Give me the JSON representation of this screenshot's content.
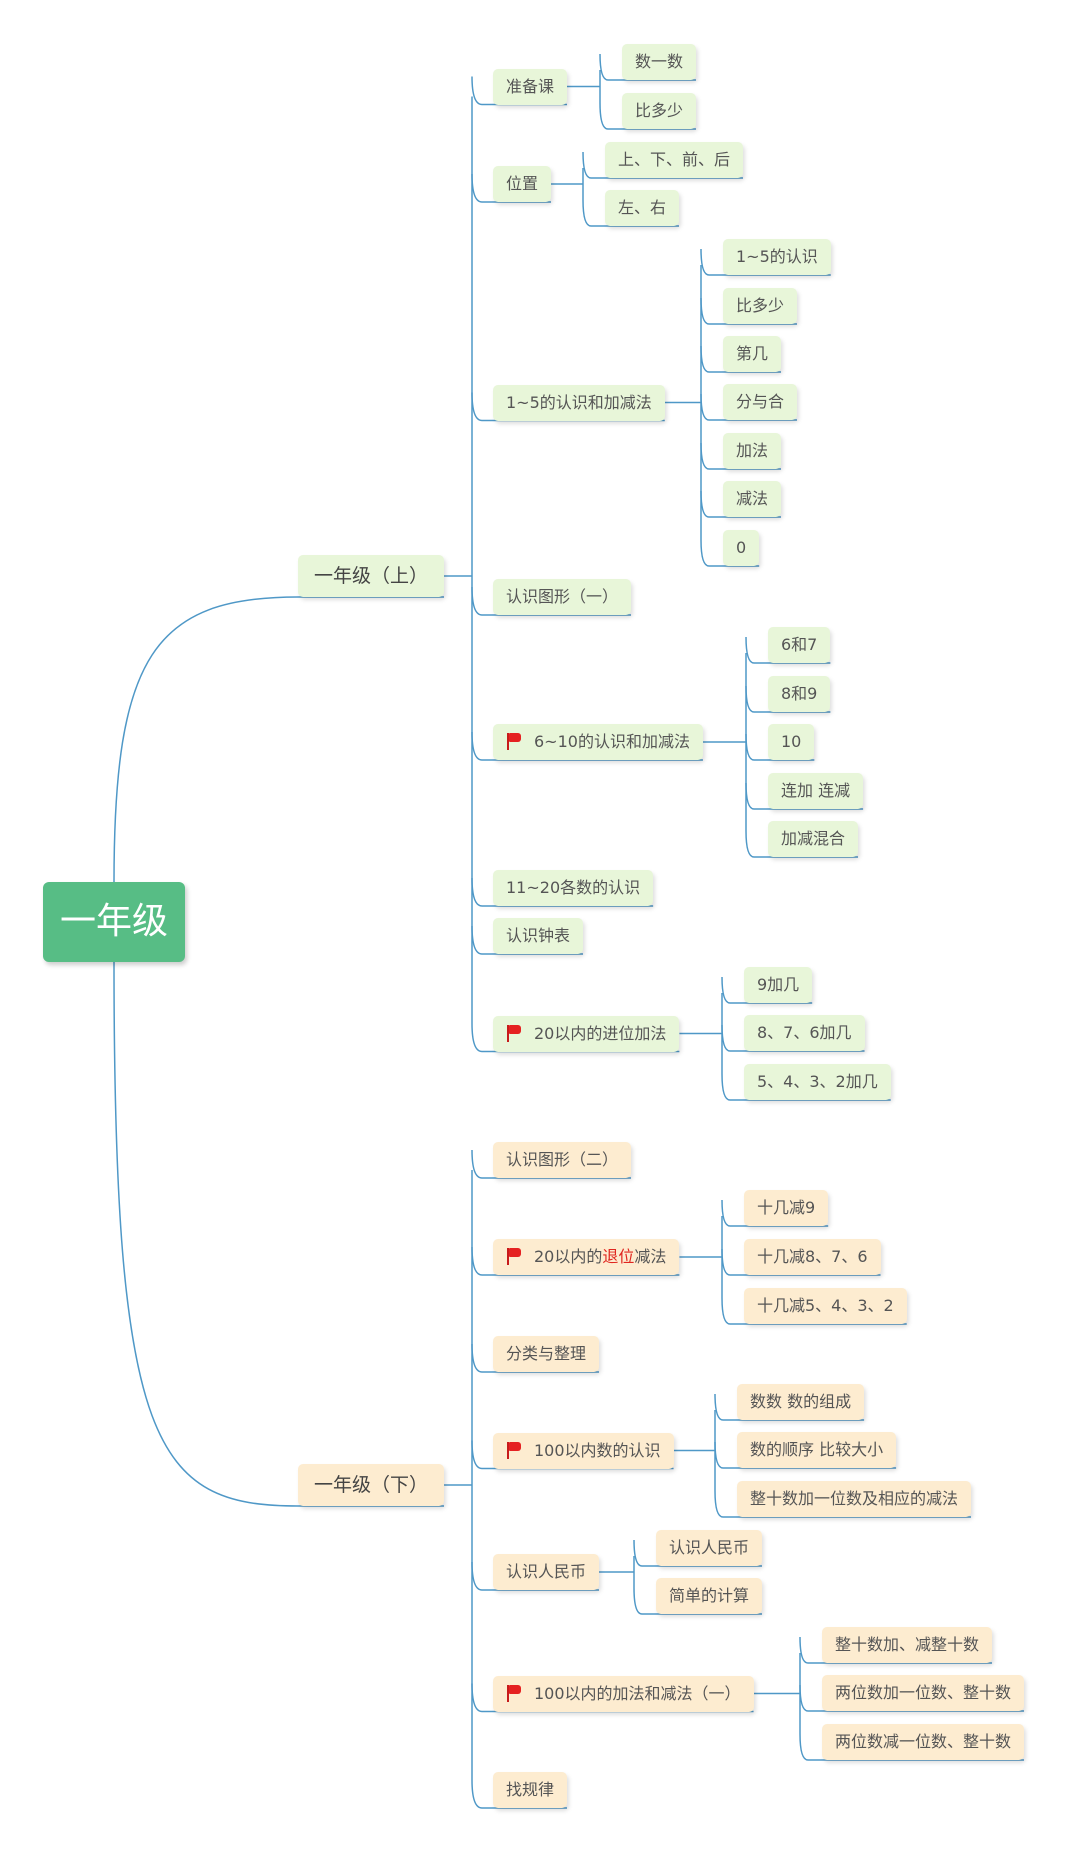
{
  "root": "一年级",
  "branches": [
    {
      "label": "一年级（上）",
      "children": [
        {
          "label": "准备课",
          "children": [
            "数一数",
            "比多少"
          ]
        },
        {
          "label": "位置",
          "children": [
            "上、下、前、后",
            "左、右"
          ]
        },
        {
          "label": "1~5的认识和加减法",
          "children": [
            "1~5的认识",
            "比多少",
            "第几",
            "分与合",
            "加法",
            "减法",
            "0"
          ]
        },
        {
          "label": "认识图形（一）",
          "children": []
        },
        {
          "label": "6~10的认识和加减法",
          "flag": true,
          "children": [
            "6和7",
            "8和9",
            "10",
            "连加 连减",
            "加减混合"
          ]
        },
        {
          "label": "11~20各数的认识",
          "children": []
        },
        {
          "label": "认识钟表",
          "children": []
        },
        {
          "label": "20以内的进位加法",
          "flag": true,
          "children": [
            "9加几",
            "8、7、6加几",
            "5、4、3、2加几"
          ]
        }
      ]
    },
    {
      "label": "一年级（下）",
      "children": [
        {
          "label": "认识图形（二）",
          "children": []
        },
        {
          "label": "20以内的退位减法",
          "label_parts": [
            "20以内的",
            "退位",
            "减法"
          ],
          "flag": true,
          "children": [
            "十几减9",
            "十几减8、7、6",
            "十几减5、4、3、2"
          ]
        },
        {
          "label": "分类与整理",
          "children": []
        },
        {
          "label": "100以内数的认识",
          "flag": true,
          "children": [
            "数数 数的组成",
            "数的顺序 比较大小",
            "整十数加一位数及相应的减法"
          ]
        },
        {
          "label": "认识人民币",
          "children": [
            "认识人民币",
            "简单的计算"
          ]
        },
        {
          "label": "100以内的加法和减法（一）",
          "flag": true,
          "children": [
            "整十数加、减整十数",
            "两位数加一位数、整十数",
            "两位数减一位数、整十数"
          ]
        },
        {
          "label": "找规律",
          "children": []
        }
      ]
    }
  ],
  "colors": {
    "root_bg": "#57bd85",
    "upper_node_bg": "#e8f6d9",
    "lower_node_bg": "#fdecd0",
    "line": "#4f98c7",
    "flag": "#e52121",
    "highlight_text": "#e0261f"
  },
  "icons": {
    "flag": "red-flag-icon"
  }
}
